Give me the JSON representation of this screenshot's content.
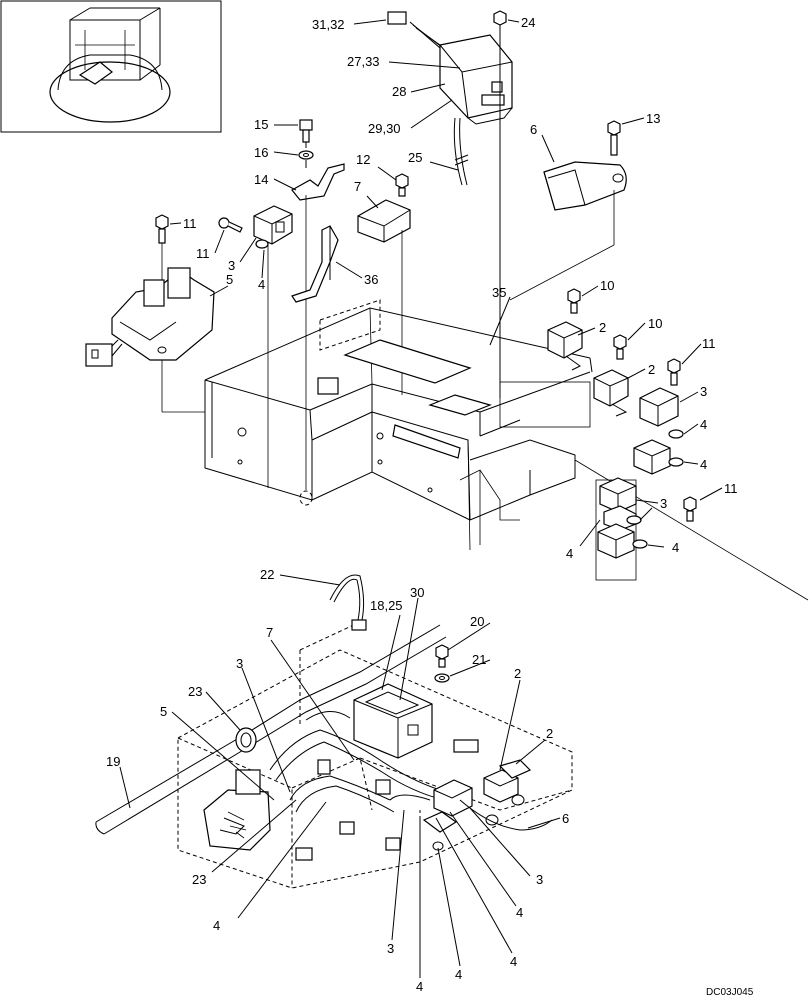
{
  "labels": {
    "l31_32": "31,32",
    "l24": "24",
    "l27_33": "27,33",
    "l28": "28",
    "l29_30": "29,30",
    "l15": "15",
    "l16": "16",
    "l14": "14",
    "l12": "12",
    "l7a": "7",
    "l25": "25",
    "l6a": "6",
    "l13": "13",
    "l11a": "11",
    "l11b": "11",
    "l3a": "3",
    "l4a": "4",
    "l5a": "5",
    "l36": "36",
    "l35": "35",
    "l10a": "10",
    "l10b": "10",
    "l2a": "2",
    "l2b": "2",
    "l11c": "11",
    "l3b": "3",
    "l4b": "4",
    "l4c": "4",
    "l11d": "11",
    "l3c": "3",
    "l4d": "4",
    "l4e": "4",
    "l22": "22",
    "l18_25": "18,25",
    "l30": "30",
    "l20": "20",
    "l21": "21",
    "l7b": "7",
    "l3d": "3",
    "l23a": "23",
    "l5b": "5",
    "l19": "19",
    "l2c": "2",
    "l2d": "2",
    "l6b": "6",
    "l23b": "23",
    "l4f": "4",
    "l3e": "3",
    "l3f": "3",
    "l4g": "4",
    "l4h": "4",
    "l4i": "4",
    "l4j": "4"
  },
  "diagram_code": "DC03J045"
}
